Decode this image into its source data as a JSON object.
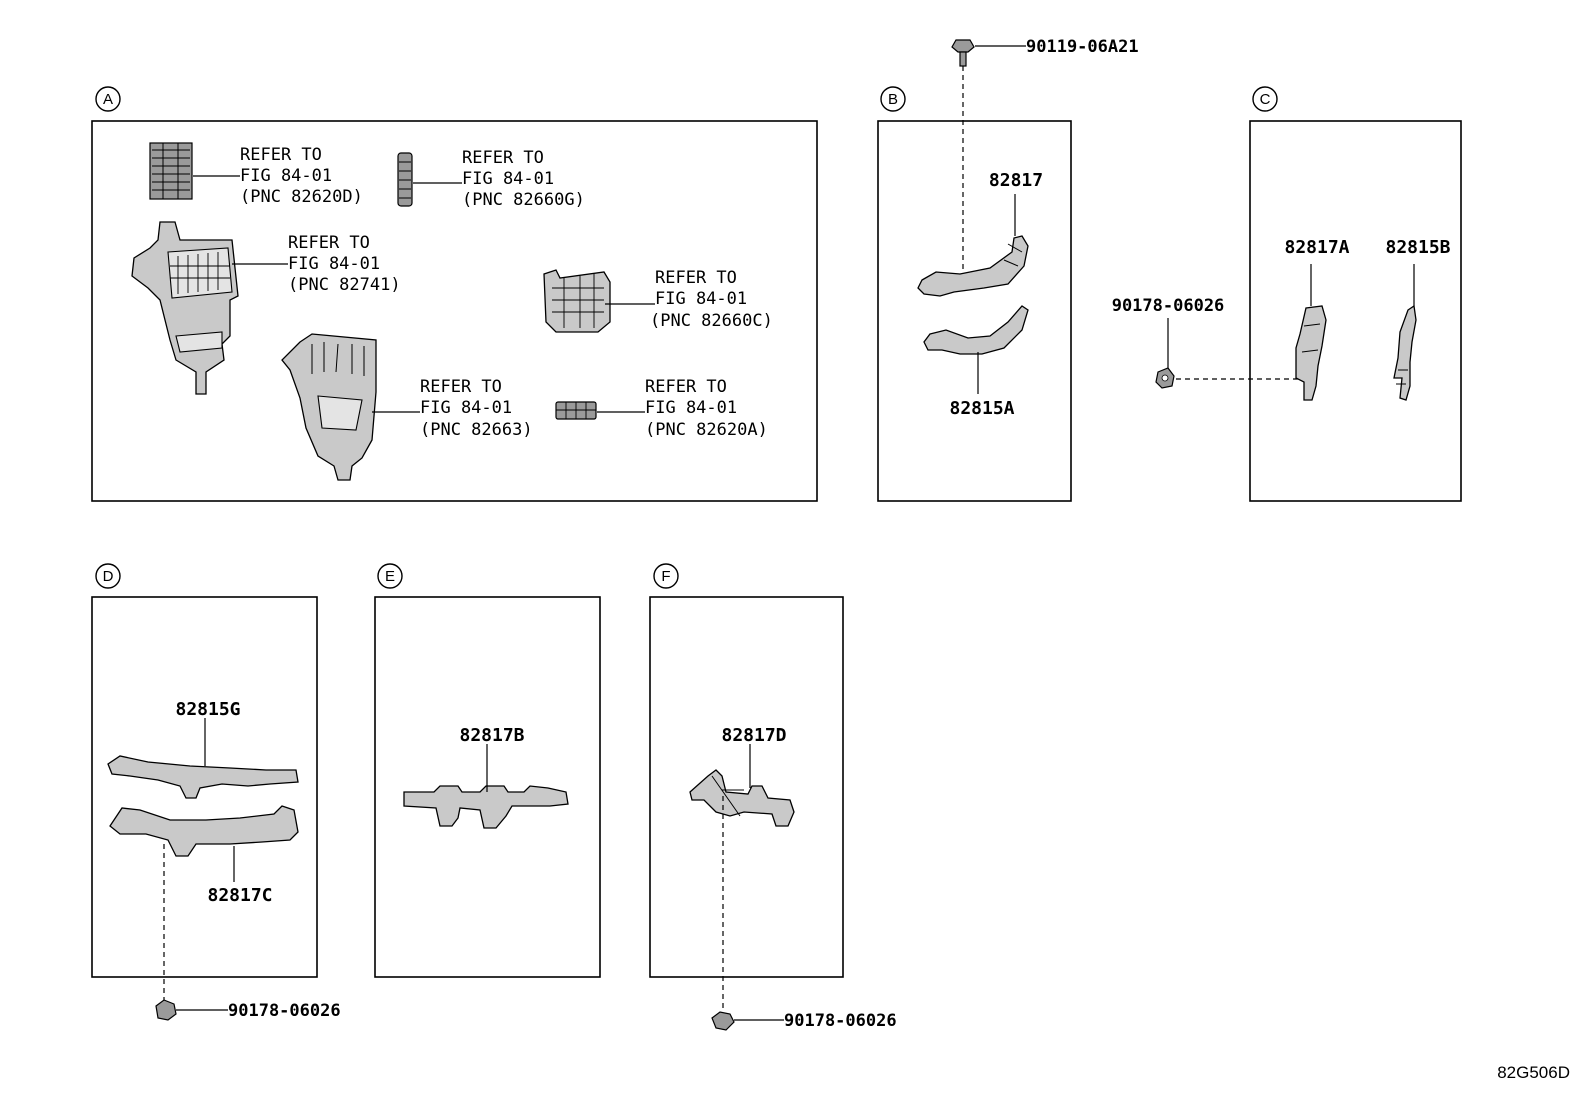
{
  "sections": {
    "A": {
      "letter": "A",
      "refs": [
        {
          "lines": [
            "REFER TO",
            "FIG 84-01",
            "(PNC 82620D)"
          ]
        },
        {
          "lines": [
            "REFER TO",
            "FIG 84-01",
            "(PNC 82660G)"
          ]
        },
        {
          "lines": [
            "REFER TO",
            "FIG 84-01",
            "(PNC 82741)"
          ]
        },
        {
          "lines": [
            "REFER TO",
            "FIG 84-01",
            "(PNC 82660C)"
          ]
        },
        {
          "lines": [
            "REFER TO",
            "FIG 84-01",
            "(PNC 82663)"
          ]
        },
        {
          "lines": [
            "REFER TO",
            "FIG 84-01",
            "(PNC 82620A)"
          ]
        }
      ]
    },
    "B": {
      "letter": "B",
      "parts": [
        "82817",
        "82815A"
      ],
      "bolt": "90119-06A21"
    },
    "C": {
      "letter": "C",
      "parts": [
        "82817A",
        "82815B"
      ],
      "nut": "90178-06026"
    },
    "D": {
      "letter": "D",
      "parts": [
        "82815G",
        "82817C"
      ],
      "nut": "90178-06026"
    },
    "E": {
      "letter": "E",
      "parts": [
        "82817B"
      ]
    },
    "F": {
      "letter": "F",
      "parts": [
        "82817D"
      ],
      "nut": "90178-06026"
    }
  },
  "figure_code": "82G506D"
}
